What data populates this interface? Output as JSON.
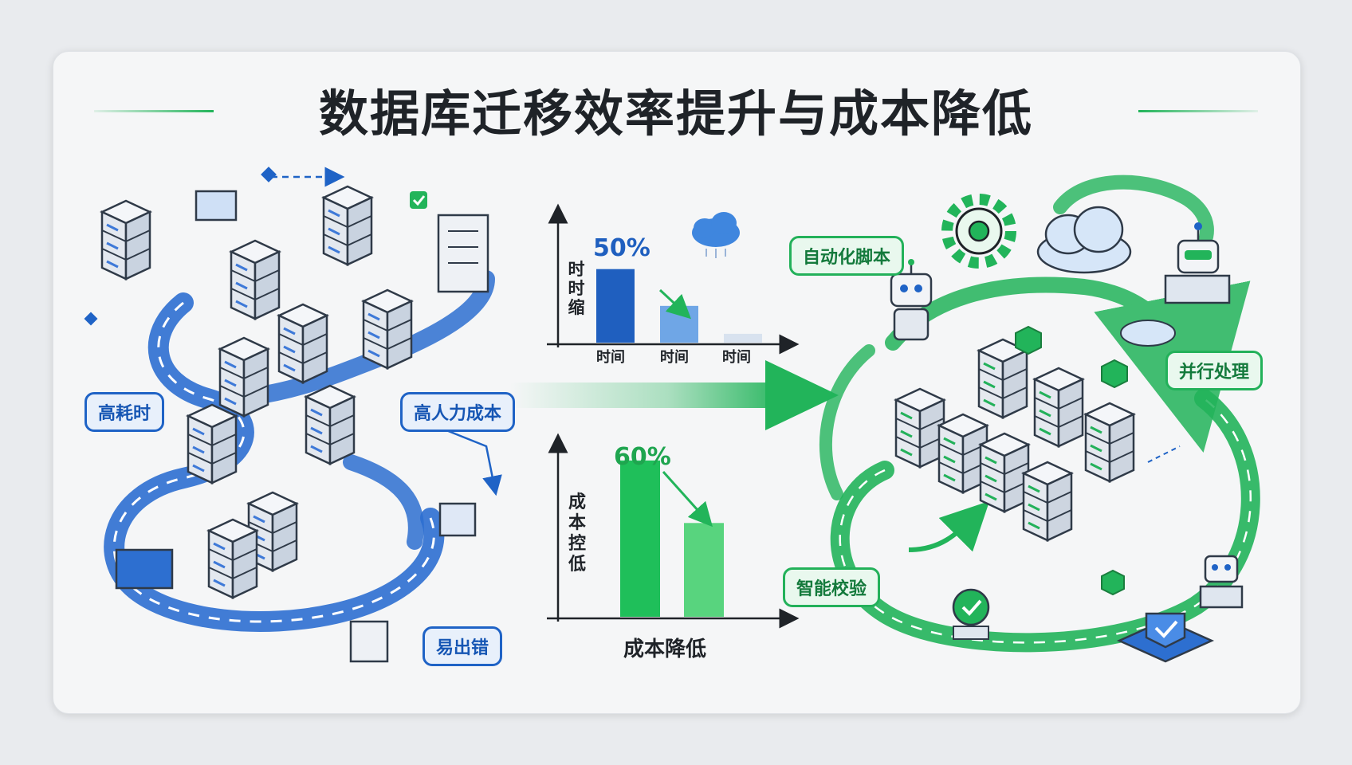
{
  "title": "数据库迁移效率提升与成本降低",
  "colors": {
    "blue": "#1f63c6",
    "green": "#22b45a",
    "dark": "#1f2328"
  },
  "left_labels": {
    "time": "高耗时",
    "labor": "高人力成本",
    "error": "易出错"
  },
  "right_labels": {
    "script": "自动化脚本",
    "parallel": "并行处理",
    "verify": "智能校验"
  },
  "chart_data": [
    {
      "type": "bar",
      "annotation": "50%",
      "ylabel": "时时缩",
      "categories": [
        "时间",
        "时间",
        "时间"
      ],
      "values": [
        100,
        50,
        12
      ],
      "ylim": [
        0,
        130
      ],
      "colors": [
        "#1f5fbf",
        "#6fa6e6",
        "#d8e2ef"
      ]
    },
    {
      "type": "bar",
      "annotation": "60%",
      "ylabel": "成本控低",
      "xlabel": "成本降低",
      "values": [
        100,
        60
      ],
      "ylim": [
        0,
        130
      ],
      "colors": [
        "#1fbf5a",
        "#58d47e"
      ]
    }
  ]
}
